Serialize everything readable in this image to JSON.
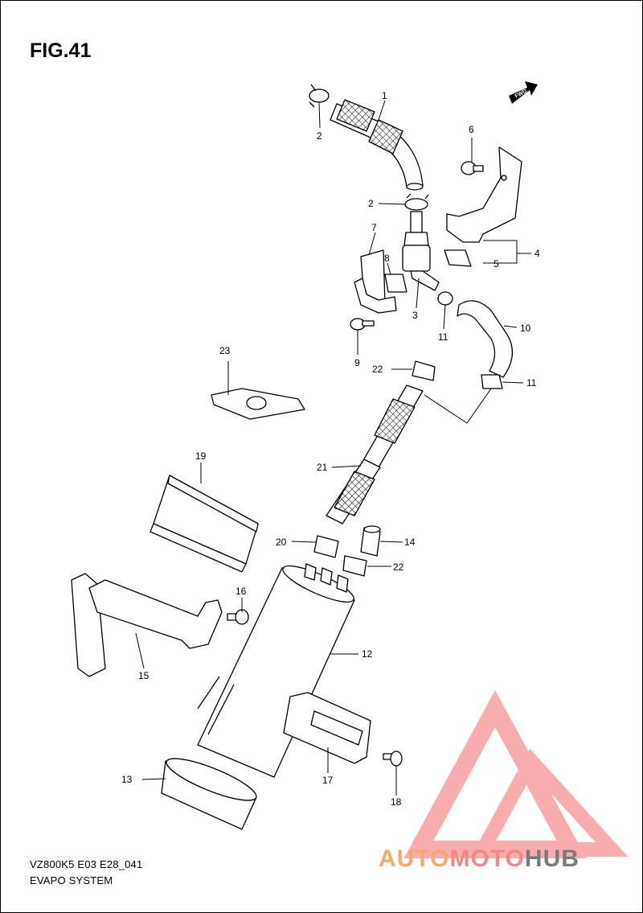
{
  "figure_title": "FIG.41",
  "diagram_code": "VZ800K5 E03 E28_041",
  "system_title": "EVAPO SYSTEM",
  "direction_marker": "FWD",
  "watermark": {
    "part1": "AUTO",
    "part2": "MOTO",
    "part3": "HUB",
    "color_part1": "#f4a96a",
    "color_part2": "#f08a8a",
    "color_part3": "#7a7a7a"
  },
  "callouts": {
    "c1": "1",
    "c2a": "2",
    "c2b": "2",
    "c3": "3",
    "c4": "4",
    "c5": "5",
    "c6": "6",
    "c7": "7",
    "c8": "8",
    "c9": "9",
    "c10": "10",
    "c11a": "11",
    "c11b": "11",
    "c12": "12",
    "c13": "13",
    "c14": "14",
    "c15": "15",
    "c16": "16",
    "c17": "17",
    "c18": "18",
    "c19": "19",
    "c20": "20",
    "c21": "21",
    "c22a": "22",
    "c22b": "22",
    "c23": "23"
  }
}
